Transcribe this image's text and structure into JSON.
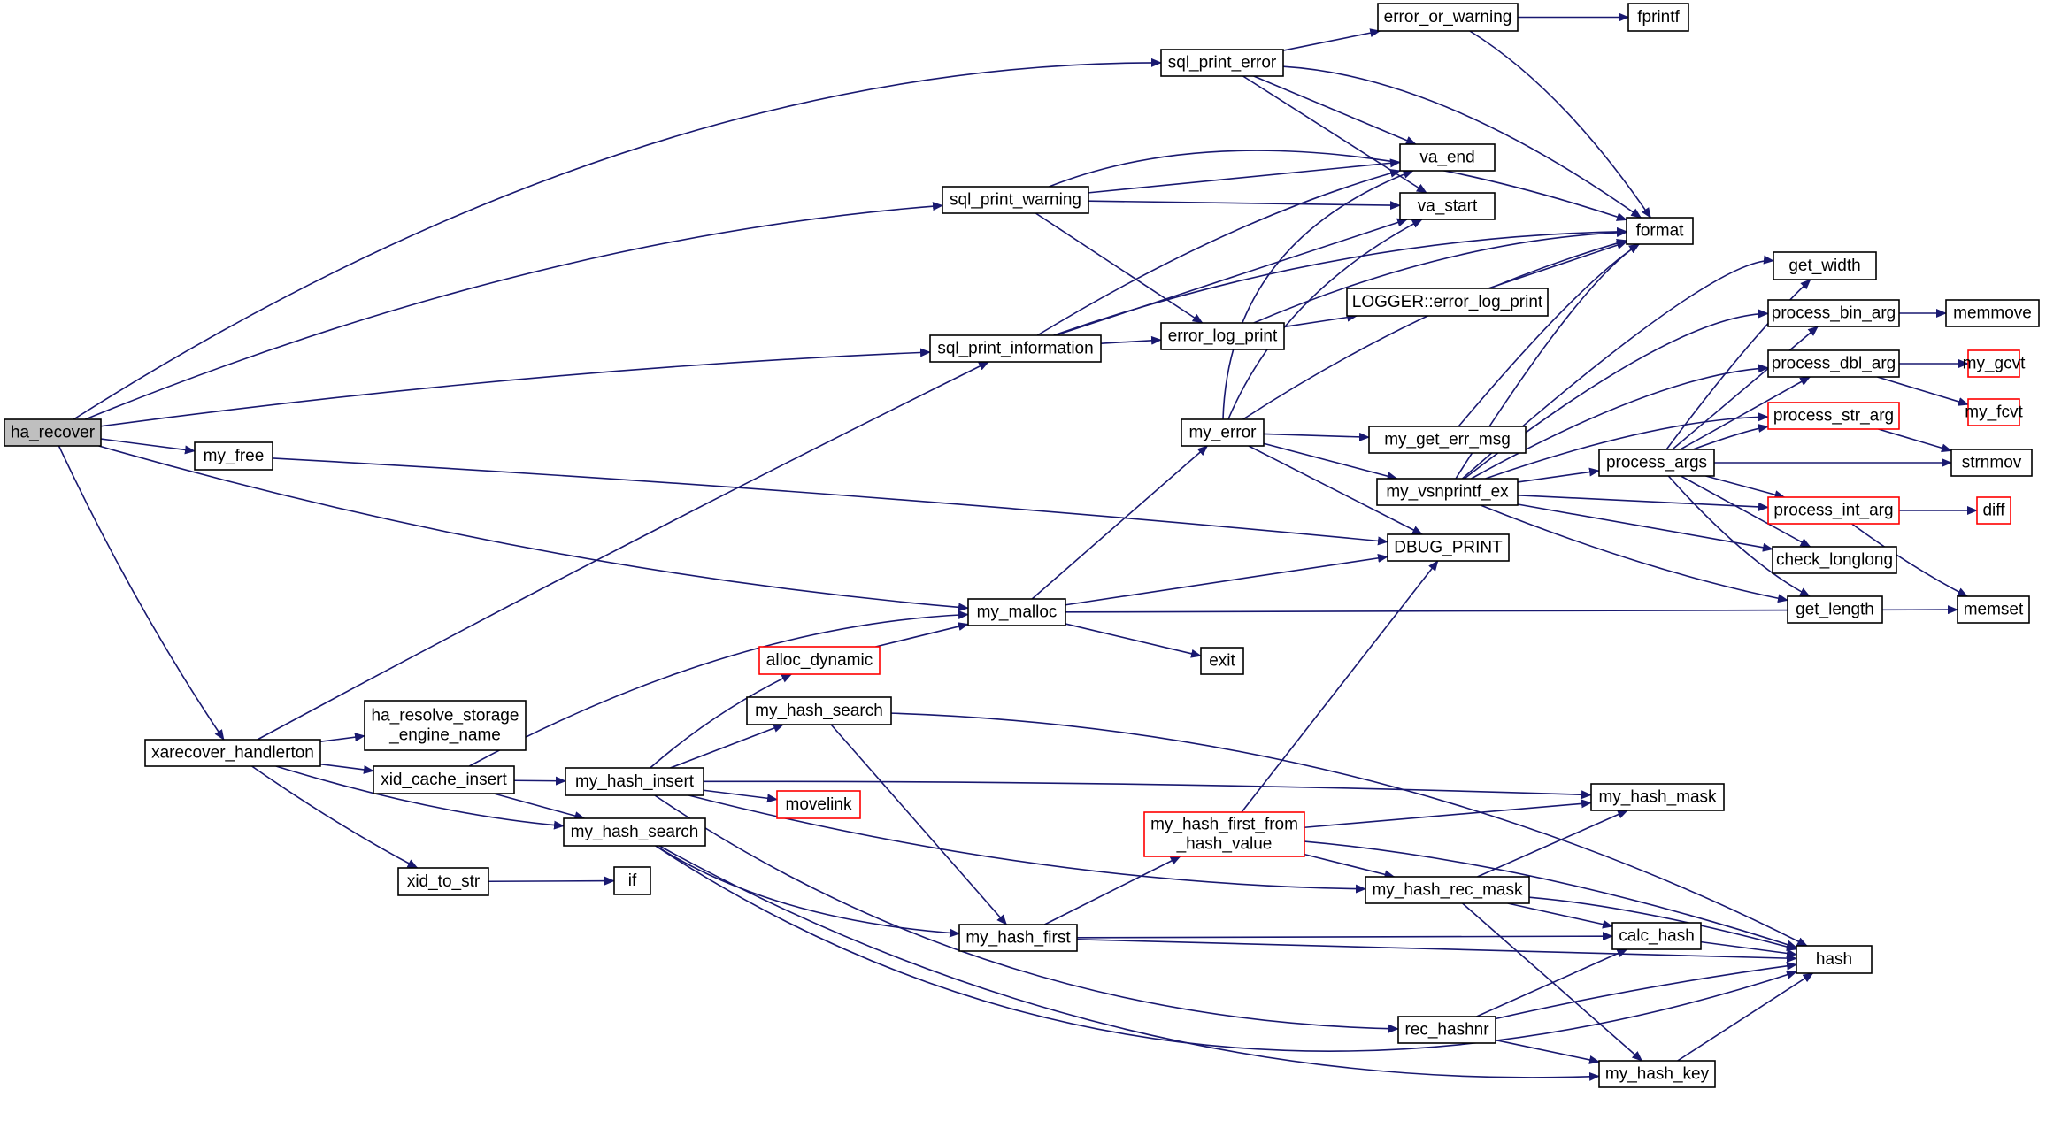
{
  "colors": {
    "edge": "#191970",
    "node_border": "#000000",
    "truncated_border": "#ff0000",
    "root_fill": "#bfbfbf",
    "background": "#ffffff"
  },
  "nodes": [
    {
      "id": "ha_recover",
      "lines": [
        "ha_recover"
      ],
      "style": "root"
    },
    {
      "id": "my_free",
      "lines": [
        "my_free"
      ],
      "style": "normal"
    },
    {
      "id": "xarecover_handlerton",
      "lines": [
        "xarecover_handlerton"
      ],
      "style": "normal"
    },
    {
      "id": "sql_print_error",
      "lines": [
        "sql_print_error"
      ],
      "style": "normal"
    },
    {
      "id": "sql_print_warning",
      "lines": [
        "sql_print_warning"
      ],
      "style": "normal"
    },
    {
      "id": "sql_print_information",
      "lines": [
        "sql_print_information"
      ],
      "style": "normal"
    },
    {
      "id": "my_malloc",
      "lines": [
        "my_malloc"
      ],
      "style": "normal"
    },
    {
      "id": "ha_resolve_storage_engine_name",
      "lines": [
        "ha_resolve_storage",
        "_engine_name"
      ],
      "style": "normal"
    },
    {
      "id": "xid_cache_insert",
      "lines": [
        "xid_cache_insert"
      ],
      "style": "normal"
    },
    {
      "id": "my_hash_search_b",
      "lines": [
        "my_hash_search"
      ],
      "style": "normal"
    },
    {
      "id": "xid_to_str",
      "lines": [
        "xid_to_str"
      ],
      "style": "normal"
    },
    {
      "id": "my_hash_insert",
      "lines": [
        "my_hash_insert"
      ],
      "style": "normal"
    },
    {
      "id": "if",
      "lines": [
        "if"
      ],
      "style": "normal"
    },
    {
      "id": "alloc_dynamic",
      "lines": [
        "alloc_dynamic"
      ],
      "style": "truncated"
    },
    {
      "id": "my_hash_search_a",
      "lines": [
        "my_hash_search"
      ],
      "style": "normal"
    },
    {
      "id": "movelink",
      "lines": [
        "movelink"
      ],
      "style": "truncated"
    },
    {
      "id": "my_hash_first",
      "lines": [
        "my_hash_first"
      ],
      "style": "normal"
    },
    {
      "id": "my_hash_first_from_hash_value",
      "lines": [
        "my_hash_first_from",
        "_hash_value"
      ],
      "style": "truncated"
    },
    {
      "id": "error_or_warning",
      "lines": [
        "error_or_warning"
      ],
      "style": "normal"
    },
    {
      "id": "va_end",
      "lines": [
        "va_end"
      ],
      "style": "normal"
    },
    {
      "id": "va_start",
      "lines": [
        "va_start"
      ],
      "style": "normal"
    },
    {
      "id": "error_log_print",
      "lines": [
        "error_log_print"
      ],
      "style": "normal"
    },
    {
      "id": "my_error",
      "lines": [
        "my_error"
      ],
      "style": "normal"
    },
    {
      "id": "exit",
      "lines": [
        "exit"
      ],
      "style": "normal"
    },
    {
      "id": "fprintf",
      "lines": [
        "fprintf"
      ],
      "style": "normal"
    },
    {
      "id": "format",
      "lines": [
        "format"
      ],
      "style": "normal"
    },
    {
      "id": "logger_error_log_print",
      "lines": [
        "LOGGER::error_log_print"
      ],
      "style": "normal"
    },
    {
      "id": "my_get_err_msg",
      "lines": [
        "my_get_err_msg"
      ],
      "style": "normal"
    },
    {
      "id": "my_vsnprintf_ex",
      "lines": [
        "my_vsnprintf_ex"
      ],
      "style": "normal"
    },
    {
      "id": "dbug_print",
      "lines": [
        "DBUG_PRINT"
      ],
      "style": "normal"
    },
    {
      "id": "my_hash_rec_mask",
      "lines": [
        "my_hash_rec_mask"
      ],
      "style": "normal"
    },
    {
      "id": "rec_hashnr",
      "lines": [
        "rec_hashnr"
      ],
      "style": "normal"
    },
    {
      "id": "get_width",
      "lines": [
        "get_width"
      ],
      "style": "normal"
    },
    {
      "id": "process_bin_arg",
      "lines": [
        "process_bin_arg"
      ],
      "style": "normal"
    },
    {
      "id": "process_dbl_arg",
      "lines": [
        "process_dbl_arg"
      ],
      "style": "normal"
    },
    {
      "id": "process_str_arg",
      "lines": [
        "process_str_arg"
      ],
      "style": "truncated"
    },
    {
      "id": "process_args",
      "lines": [
        "process_args"
      ],
      "style": "normal"
    },
    {
      "id": "process_int_arg",
      "lines": [
        "process_int_arg"
      ],
      "style": "truncated"
    },
    {
      "id": "check_longlong",
      "lines": [
        "check_longlong"
      ],
      "style": "normal"
    },
    {
      "id": "get_length",
      "lines": [
        "get_length"
      ],
      "style": "normal"
    },
    {
      "id": "my_hash_mask",
      "lines": [
        "my_hash_mask"
      ],
      "style": "normal"
    },
    {
      "id": "calc_hash",
      "lines": [
        "calc_hash"
      ],
      "style": "normal"
    },
    {
      "id": "my_hash_key",
      "lines": [
        "my_hash_key"
      ],
      "style": "normal"
    },
    {
      "id": "memmove",
      "lines": [
        "memmove"
      ],
      "style": "normal"
    },
    {
      "id": "my_gcvt",
      "lines": [
        "my_gcvt"
      ],
      "style": "truncated"
    },
    {
      "id": "my_fcvt",
      "lines": [
        "my_fcvt"
      ],
      "style": "truncated"
    },
    {
      "id": "strnmov",
      "lines": [
        "strnmov"
      ],
      "style": "normal"
    },
    {
      "id": "diff",
      "lines": [
        "diff"
      ],
      "style": "truncated"
    },
    {
      "id": "memset",
      "lines": [
        "memset"
      ],
      "style": "normal"
    },
    {
      "id": "hash",
      "lines": [
        "hash"
      ],
      "style": "normal"
    }
  ],
  "edges": [
    {
      "from": "ha_recover",
      "to": "sql_print_error"
    },
    {
      "from": "ha_recover",
      "to": "sql_print_warning"
    },
    {
      "from": "ha_recover",
      "to": "sql_print_information"
    },
    {
      "from": "ha_recover",
      "to": "my_free"
    },
    {
      "from": "ha_recover",
      "to": "my_malloc"
    },
    {
      "from": "ha_recover",
      "to": "xarecover_handlerton"
    },
    {
      "from": "my_free",
      "to": "dbug_print"
    },
    {
      "from": "xarecover_handlerton",
      "to": "sql_print_information"
    },
    {
      "from": "xarecover_handlerton",
      "to": "ha_resolve_storage_engine_name"
    },
    {
      "from": "xarecover_handlerton",
      "to": "xid_cache_insert"
    },
    {
      "from": "xarecover_handlerton",
      "to": "my_hash_search_b"
    },
    {
      "from": "xarecover_handlerton",
      "to": "xid_to_str"
    },
    {
      "from": "xid_cache_insert",
      "to": "my_malloc"
    },
    {
      "from": "xid_cache_insert",
      "to": "my_hash_insert"
    },
    {
      "from": "xid_cache_insert",
      "to": "my_hash_search_b"
    },
    {
      "from": "xid_to_str",
      "to": "if"
    },
    {
      "from": "my_hash_insert",
      "to": "alloc_dynamic"
    },
    {
      "from": "my_hash_insert",
      "to": "my_hash_search_a"
    },
    {
      "from": "my_hash_insert",
      "to": "movelink"
    },
    {
      "from": "my_hash_insert",
      "to": "my_hash_mask"
    },
    {
      "from": "my_hash_insert",
      "to": "my_hash_rec_mask"
    },
    {
      "from": "my_hash_insert",
      "to": "rec_hashnr"
    },
    {
      "from": "my_hash_search_b",
      "to": "my_hash_first"
    },
    {
      "from": "my_hash_search_b",
      "to": "my_hash_key"
    },
    {
      "from": "my_hash_search_b",
      "to": "hash"
    },
    {
      "from": "alloc_dynamic",
      "to": "my_malloc"
    },
    {
      "from": "my_hash_search_a",
      "to": "my_hash_first"
    },
    {
      "from": "my_hash_search_a",
      "to": "hash"
    },
    {
      "from": "my_hash_first",
      "to": "my_hash_first_from_hash_value"
    },
    {
      "from": "my_hash_first",
      "to": "calc_hash"
    },
    {
      "from": "my_hash_first",
      "to": "hash"
    },
    {
      "from": "my_hash_first_from_hash_value",
      "to": "dbug_print"
    },
    {
      "from": "my_hash_first_from_hash_value",
      "to": "my_hash_mask"
    },
    {
      "from": "my_hash_first_from_hash_value",
      "to": "my_hash_rec_mask"
    },
    {
      "from": "my_hash_first_from_hash_value",
      "to": "hash"
    },
    {
      "from": "sql_print_error",
      "to": "error_or_warning"
    },
    {
      "from": "sql_print_error",
      "to": "va_end"
    },
    {
      "from": "sql_print_error",
      "to": "va_start"
    },
    {
      "from": "sql_print_error",
      "to": "format"
    },
    {
      "from": "sql_print_warning",
      "to": "va_end"
    },
    {
      "from": "sql_print_warning",
      "to": "va_start"
    },
    {
      "from": "sql_print_warning",
      "to": "error_log_print"
    },
    {
      "from": "sql_print_warning",
      "to": "format"
    },
    {
      "from": "sql_print_information",
      "to": "va_end"
    },
    {
      "from": "sql_print_information",
      "to": "va_start"
    },
    {
      "from": "sql_print_information",
      "to": "error_log_print"
    },
    {
      "from": "sql_print_information",
      "to": "format"
    },
    {
      "from": "error_or_warning",
      "to": "fprintf"
    },
    {
      "from": "error_or_warning",
      "to": "format"
    },
    {
      "from": "error_log_print",
      "to": "logger_error_log_print"
    },
    {
      "from": "error_log_print",
      "to": "format"
    },
    {
      "from": "logger_error_log_print",
      "to": "format"
    },
    {
      "from": "my_malloc",
      "to": "my_error"
    },
    {
      "from": "my_malloc",
      "to": "dbug_print"
    },
    {
      "from": "my_malloc",
      "to": "exit"
    },
    {
      "from": "my_malloc",
      "to": "memset"
    },
    {
      "from": "my_error",
      "to": "va_end"
    },
    {
      "from": "my_error",
      "to": "va_start"
    },
    {
      "from": "my_error",
      "to": "format"
    },
    {
      "from": "my_error",
      "to": "my_get_err_msg"
    },
    {
      "from": "my_error",
      "to": "my_vsnprintf_ex"
    },
    {
      "from": "my_error",
      "to": "dbug_print"
    },
    {
      "from": "my_get_err_msg",
      "to": "format"
    },
    {
      "from": "my_vsnprintf_ex",
      "to": "format"
    },
    {
      "from": "my_vsnprintf_ex",
      "to": "get_width"
    },
    {
      "from": "my_vsnprintf_ex",
      "to": "process_bin_arg"
    },
    {
      "from": "my_vsnprintf_ex",
      "to": "process_dbl_arg"
    },
    {
      "from": "my_vsnprintf_ex",
      "to": "process_str_arg"
    },
    {
      "from": "my_vsnprintf_ex",
      "to": "process_args"
    },
    {
      "from": "my_vsnprintf_ex",
      "to": "process_int_arg"
    },
    {
      "from": "my_vsnprintf_ex",
      "to": "check_longlong"
    },
    {
      "from": "my_vsnprintf_ex",
      "to": "get_length"
    },
    {
      "from": "process_args",
      "to": "get_width"
    },
    {
      "from": "process_args",
      "to": "process_bin_arg"
    },
    {
      "from": "process_args",
      "to": "process_dbl_arg"
    },
    {
      "from": "process_args",
      "to": "process_str_arg"
    },
    {
      "from": "process_args",
      "to": "strnmov"
    },
    {
      "from": "process_args",
      "to": "process_int_arg"
    },
    {
      "from": "process_args",
      "to": "check_longlong"
    },
    {
      "from": "process_args",
      "to": "get_length"
    },
    {
      "from": "process_bin_arg",
      "to": "memmove"
    },
    {
      "from": "process_dbl_arg",
      "to": "my_gcvt"
    },
    {
      "from": "process_dbl_arg",
      "to": "my_fcvt"
    },
    {
      "from": "process_str_arg",
      "to": "strnmov"
    },
    {
      "from": "process_int_arg",
      "to": "diff"
    },
    {
      "from": "process_int_arg",
      "to": "memset"
    },
    {
      "from": "my_hash_rec_mask",
      "to": "my_hash_mask"
    },
    {
      "from": "my_hash_rec_mask",
      "to": "calc_hash"
    },
    {
      "from": "my_hash_rec_mask",
      "to": "hash"
    },
    {
      "from": "my_hash_rec_mask",
      "to": "my_hash_key"
    },
    {
      "from": "rec_hashnr",
      "to": "calc_hash"
    },
    {
      "from": "rec_hashnr",
      "to": "hash"
    },
    {
      "from": "rec_hashnr",
      "to": "my_hash_key"
    },
    {
      "from": "calc_hash",
      "to": "hash"
    },
    {
      "from": "my_hash_key",
      "to": "hash"
    }
  ]
}
